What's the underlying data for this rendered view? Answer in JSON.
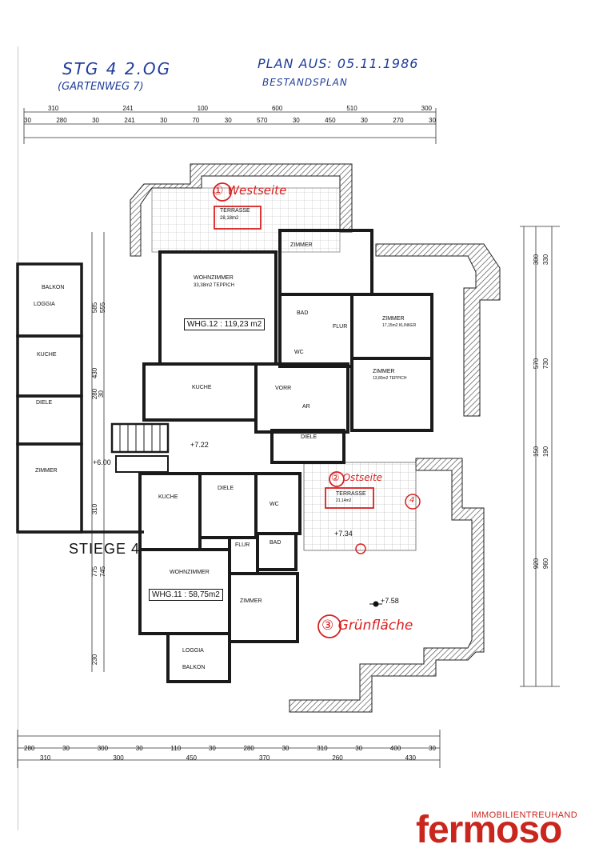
{
  "header": {
    "stair_floor": "STG 4   2.OG",
    "address": "(GARTENWEG 7)",
    "plan_date": "PLAN AUS: 05.11.1986",
    "plan_type": "BESTANDSPLAN"
  },
  "annotations": {
    "westseite": "① Westseite",
    "ostseite": "② Ostseite",
    "gruenflaeche": "③ Grünfläche",
    "circle4": "4"
  },
  "rooms": {
    "terrasse_west": "TERRASSE",
    "terrasse_west_area": "28,18m2",
    "zimmer_top": "ZIMMER",
    "wohnzimmer_12": "WOHNZIMMER",
    "wohnzimmer_12_area": "33,38m2 TEPPICH",
    "whg12": "WHG.12 : 119,23 m2",
    "bad": "BAD",
    "flur": "FLUR",
    "wc": "WC",
    "zimmer_r1": "ZIMMER",
    "zimmer_r1_area": "17,15m2 KLINKER",
    "zimmer_r2": "ZIMMER",
    "zimmer_r2_area": "13,80m2 TEPPICH",
    "kuche_12": "KUCHE",
    "vorr": "VORR",
    "ar": "AR",
    "diele_12": "DIELE",
    "terrasse_ost": "TERRASSE",
    "terrasse_ost_area": "21,14m2",
    "balkon_left": "BALKON",
    "loggia_left": "LOGGIA",
    "kuche_left": "KUCHE",
    "diele_left": "DIELE",
    "zimmer_left": "ZIMMER",
    "stiege": "STIEGE 4",
    "kuche_11": "KUCHE",
    "diele_11": "DIELE",
    "flur_11": "FLUR",
    "bad_11": "BAD",
    "wc_11": "WC",
    "wohnzimmer_11": "WOHNZIMMER",
    "whg11": "WHG.11 : 58,75m2",
    "zimmer_11": "ZIMMER",
    "loggia_11": "LOGGIA",
    "balkon_11": "BALKON",
    "level_734": "+7.34",
    "level_758": "+7.58",
    "level_600": "+6.00",
    "level_722": "+7.22"
  },
  "dimensions": {
    "top_row1": [
      "310",
      "241",
      "100",
      "600",
      "510",
      "300"
    ],
    "top_row2": [
      "30",
      "280",
      "30",
      "241",
      "30",
      "70",
      "30",
      "570",
      "30",
      "450",
      "30",
      "270",
      "30"
    ],
    "bottom_row1": [
      "280",
      "30",
      "300",
      "30",
      "110",
      "30",
      "280",
      "30",
      "310",
      "30",
      "400",
      "30"
    ],
    "bottom_row2": [
      "310",
      "300",
      "450",
      "370",
      "260",
      "430"
    ],
    "right_col": [
      "300",
      "330",
      "570",
      "730",
      "150",
      "190",
      "920",
      "960"
    ],
    "left_col": [
      "585",
      "555",
      "430",
      "30",
      "280",
      "310",
      "775",
      "745",
      "230"
    ]
  },
  "logo": {
    "tagline": "IMMOBILIENTREUHAND",
    "brand": "fermoso"
  },
  "colors": {
    "handwriting_blue": "#1f3d99",
    "annotation_red": "#d92020",
    "brand_red": "#c9261e",
    "wall": "#1a1a1a"
  }
}
